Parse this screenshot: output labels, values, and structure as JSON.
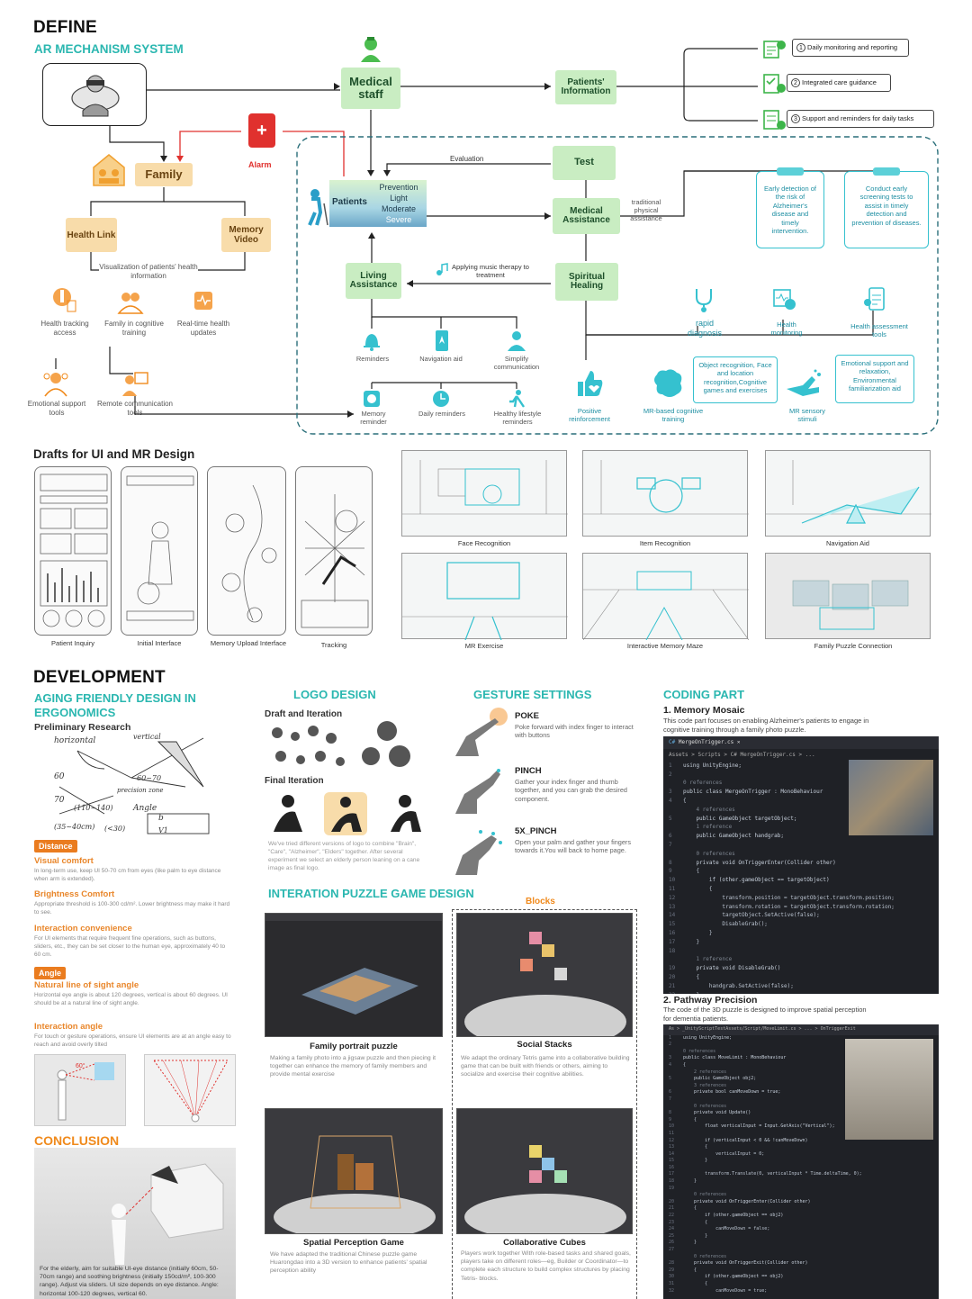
{
  "define": {
    "title": "DEFINE",
    "subtitle": "AR MECHANISM SYSTEM",
    "medical_staff": "Medical staff",
    "patients_information": "Patients' Information",
    "alarm": "Alarm",
    "family": "Family",
    "health_link": "Health Link",
    "memory_video": "Memory Video",
    "visualization": "Visualization of patients' health information",
    "family_tools": [
      {
        "label": "Health tracking access",
        "icon": "person-chart-icon"
      },
      {
        "label": "Family  in cognitive training",
        "icon": "family-training-icon"
      },
      {
        "label": "Real-time health updates",
        "icon": "health-update-icon"
      }
    ],
    "support_tools": [
      {
        "label": "Emotional support tools",
        "icon": "emotional-support-icon"
      },
      {
        "label": "Remote communication tools",
        "icon": "remote-communication-icon"
      }
    ],
    "monitoring": [
      {
        "num": "1",
        "label": "Daily monitoring and reporting"
      },
      {
        "num": "2",
        "label": "Integrated care guidance"
      },
      {
        "num": "3",
        "label": "Support and reminders for daily tasks"
      }
    ],
    "evaluation": "Evaluation",
    "test": "Test",
    "patients": "Patients",
    "levels": [
      "Prevention",
      "Light",
      "Moderate",
      "Severe"
    ],
    "medical_assistance": "Medical Assistance",
    "traditional": "traditional physical assistance",
    "early_detection": "Early detection of the risk of Alzheimer's disease and timely intervention.",
    "screening": "Conduct early screening tests to assist in timely detection and prevention of diseases.",
    "living_assistance": "Living Assistance",
    "applying_music": "Applying music therapy to treatment",
    "spiritual_healing": "Spiritual Healing",
    "living_items": [
      {
        "label": "Reminders",
        "icon": "bell-icon"
      },
      {
        "label": "Navigation aid",
        "icon": "navigation-icon"
      },
      {
        "label": "Simplify communication",
        "icon": "communication-icon"
      }
    ],
    "living_bottom": [
      {
        "label": "Memory reminder",
        "icon": "memory-reminder-icon"
      },
      {
        "label": "Daily reminders",
        "icon": "daily-reminder-icon"
      },
      {
        "label": "Healthy lifestyle reminders",
        "icon": "lifestyle-icon"
      }
    ],
    "rapid_diagnosis": "rapid diagnosis",
    "health_monitoring": "Health monitoring",
    "health_assessment": "Health assessment tools",
    "object_recognition": "Object recognition, Face and location recognition,Cognitive games and exercises",
    "emotional_relaxation": "Emotional support and relaxation, Environmental familiarization aid",
    "positive_reinforcement": "Positive reinforcement",
    "mr_cognitive": "MR-based cognitive training",
    "mr_sensory": "MR sensory stimuli"
  },
  "drafts": {
    "title": "Drafts for UI and MR Design",
    "phone_captions": [
      "Patient Inquiry",
      "Initial Interface",
      "Memory Upload Interface",
      "Tracking"
    ],
    "mr_captions": [
      "Face Recognition",
      "Item Recognition",
      "Navigation Aid",
      "MR Exercise",
      "Interactive Memory Maze",
      "Family Puzzle Connection"
    ]
  },
  "development": {
    "title": "DEVELOPMENT",
    "aging_title": "AGING FRIENDLY DESIGN IN ERGONOMICS",
    "preliminary": "Preliminary Research",
    "sketch_labels": [
      "horizontal",
      "vertical",
      "60",
      "70",
      "60~70",
      "(110~140)",
      "Angle",
      "(35~40cm)",
      "(<30)",
      "b",
      "V1",
      "precision zone"
    ],
    "distance_tag": "Distance",
    "items": [
      {
        "title": "Visual comfort",
        "text": "In long-term use, keep UI 50-70 cm from eyes (like palm to eye distance when arm is extended)."
      },
      {
        "title": "Brightness Comfort",
        "text": "Appropriate threshold is 100-300 cd/m². Lower brightness may make it hard to see."
      },
      {
        "title": "Interaction convenience",
        "text": "For UI elements that require frequent fine operations, such as buttons, sliders, etc., they can be set closer to the human eye, approximately 40 to 60 cm."
      }
    ],
    "angle_tag": "Angle",
    "angle_items": [
      {
        "title": "Natural line of sight angle",
        "text": "Horizontal eye angle is about 120 degrees, vertical is about 60 degrees. UI should be at a natural line of sight angle."
      },
      {
        "title": "Interaction angle",
        "text": "For touch or gesture operations, ensure UI elements are at an angle easy to reach and avoid overly tilted"
      }
    ],
    "angle_label": "60°",
    "conclusion_title": "CONCLUSION",
    "conclusion_text": "For the elderly, aim for suitable UI-eye distance (initially 60cm, 50-70cm range) and soothing brightness (initially 150cd/m², 100-300 range). Adjust via sliders. UI size depends on eye distance. Angle: horizontal 100-120 degrees, vertical 60.",
    "logo_title": "LOGO DESIGN",
    "draft_iteration": "Draft and Iteration",
    "final_iteration": "Final Iteration",
    "logo_text": "We've tried different versions of logo to combine \"Brain\", \"Care\", \"Alzheimer\", \"Elders\" together. After several experiment we select an elderly person leaning on a cane image as final logo.",
    "gesture_title": "GESTURE SETTINGS",
    "gestures": [
      {
        "name": "POKE",
        "text": "Poke forward with index finger to interact with buttons"
      },
      {
        "name": "PINCH",
        "text": "Gather your index finger and thumb together, and you can grab the desired component."
      },
      {
        "name": "5X_PINCH",
        "text": "Open your palm and gather your fingers towards it.You will back to home page."
      }
    ],
    "puzzle_title": "INTERATION PUZZLE GAME DESIGN",
    "blocks_label": "Blocks",
    "games": [
      {
        "title": "Family portrait puzzle",
        "text": "Making a family photo into a jigsaw puzzle and then piecing it together can enhance the memory of family members and provide mental exercise"
      },
      {
        "title": "Social Stacks",
        "text": "We adapt the ordinary Tetris game into a collaborative building game that can be built with friends or others, aiming to socialize and exercise their cognitive abilities."
      },
      {
        "title": "Spatial Perception Game",
        "text": "We have adapted the traditional Chinese puzzle game Huarongdao into a 3D version to enhance patients' spatial perception ability"
      },
      {
        "title": "Collaborative Cubes",
        "text": "Players work together With role-based tasks and shared goals, players take on different roles—eg, Builder or Coordinator—to complete each structure to build complex structures by placing Tetris- blocks."
      }
    ],
    "coding_title": "CODING PART",
    "memory_mosaic": "1. Memory Mosaic",
    "memory_mosaic_text": "This code part focuses on enabling Alzheimer's patients to engage in cognitive training through a family photo puzzle.",
    "pathway": "2. Pathway Precision",
    "pathway_text": "The code of the 3D puzzle is designed to improve spatial perception for dementia patients.",
    "code1_tab": "MergeOnTrigger.cs",
    "code1_path": "Assets > Scripts > C# MergeOnTrigger.cs > ...",
    "code1_lines": [
      "using UnityEngine;",
      "",
      "0 references",
      "public class MergeOnTrigger : MonoBehaviour",
      "{",
      "    4 references",
      "    public GameObject targetObject;",
      "    1 reference",
      "    public GameObject handgrab;",
      "",
      "    0 references",
      "    private void OnTriggerEnter(Collider other)",
      "    {",
      "        if (other.gameObject == targetObject)",
      "        {",
      "            transform.position = targetObject.transform.position;",
      "            transform.rotation = targetObject.transform.rotation;",
      "            targetObject.SetActive(false);",
      "            DisableGrab();",
      "        }",
      "    }",
      "",
      "    1 reference",
      "    private void DisableGrab()",
      "    {",
      "        handgrab.SetActive(false);",
      "    }"
    ],
    "code2_path": "As > _UnityScriptTestAssets/Script/MoveLimit.cs > ... > OnTriggerExit",
    "code2_lines": [
      "using UnityEngine;",
      "",
      "0 references",
      "public class MoveLimit : MonoBehaviour",
      "{",
      "    2 references",
      "    public GameObject obj2;",
      "    3 references",
      "    private bool canMoveDown = true;",
      "",
      "    0 references",
      "    private void Update()",
      "    {",
      "        float verticalInput = Input.GetAxis(\"Vertical\");",
      "",
      "        if (verticalInput < 0 && !canMoveDown)",
      "        {",
      "            verticalInput = 0;",
      "        }",
      "",
      "        transform.Translate(0, verticalInput * Time.deltaTime, 0);",
      "    }",
      "",
      "    0 references",
      "    private void OnTriggerEnter(Collider other)",
      "    {",
      "        if (other.gameObject == obj2)",
      "        {",
      "            canMoveDown = false;",
      "        }",
      "    }",
      "",
      "    0 references",
      "    private void OnTriggerExit(Collider other)",
      "    {",
      "        if (other.gameObject == obj2)",
      "        {",
      "            canMoveDown = true;"
    ]
  },
  "colors": {
    "teal": "#2bb7b0",
    "orange": "#f08a1c",
    "green_box": "#c9edc2",
    "orange_box": "#f8dcaa",
    "alarm_red": "#e0312e",
    "cyan": "#35c1cf",
    "code_bg": "#1f2126"
  }
}
